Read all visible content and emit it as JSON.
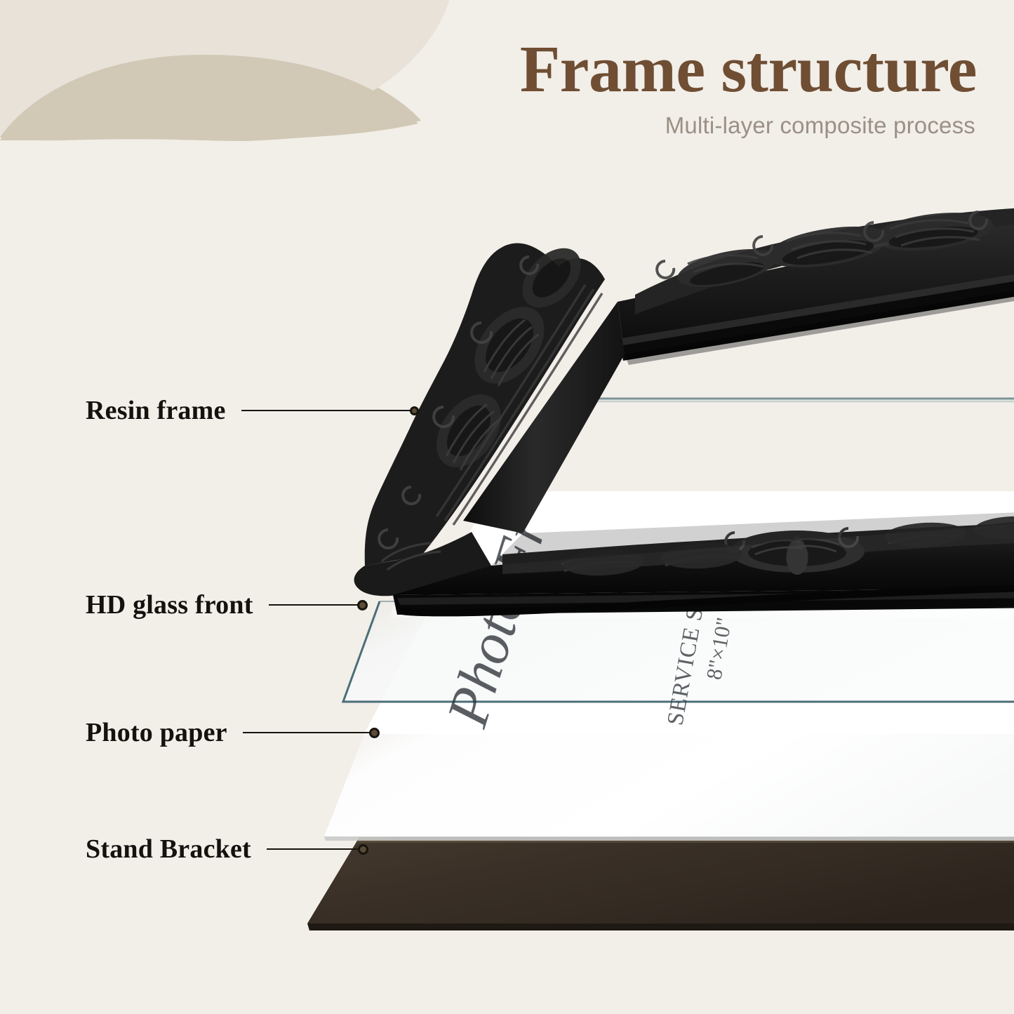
{
  "header": {
    "title": "Frame structure",
    "subtitle": "Multi-layer composite process"
  },
  "colors": {
    "background": "#F2EEE8",
    "accent_arc": "#D1C9B6",
    "title_brown": "#6F4E33",
    "subtitle_gray": "#9A9086",
    "label_black": "#14110F",
    "frame_black": "#1C1C1C",
    "glass_edge_teal": "#5B7A82",
    "photo_paper_white": "#FBFBFB",
    "stand_bracket_brown": "#3B3128"
  },
  "callouts": [
    {
      "id": "resin",
      "label": "Resin frame"
    },
    {
      "id": "glass",
      "label": "HD glass front"
    },
    {
      "id": "paper",
      "label": "Photo paper"
    },
    {
      "id": "stand",
      "label": "Stand Bracket"
    }
  ],
  "product_art": {
    "watermark_script": "Photo Fr",
    "service_size_label": "SERVICE SIZE",
    "size_value": "8\"×10\""
  }
}
